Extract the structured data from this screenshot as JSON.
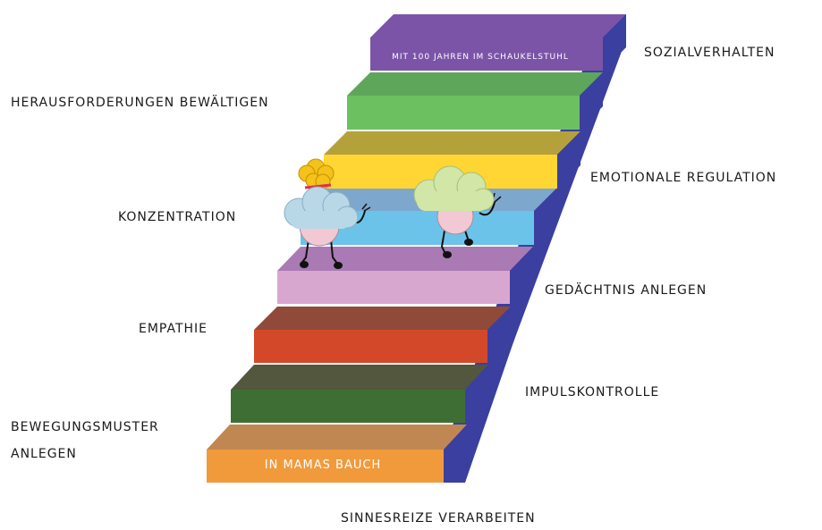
{
  "stair": {
    "bottom_step_text": "IN MAMAS BAUCH",
    "top_step_text": "MIT 100 JAHREN IM SCHAUKELSTUHL",
    "colors": {
      "steps_front": [
        "#f19a3c",
        "#3f6e34",
        "#d4482a",
        "#d8a7d0",
        "#6cc3ea",
        "#ffd633",
        "#6cc060",
        "#7b54a8"
      ],
      "steps_top": [
        "#c08752",
        "#52573e",
        "#8f4a3a",
        "#a97ab3",
        "#7da7cd",
        "#b5a13b",
        "#5ea65a",
        "#7b54a8"
      ],
      "side": "#3a3fa0"
    }
  },
  "labels": {
    "sozialverhalten": "SOZIALVERHALTEN",
    "herausforderungen": "HERAUSFORDERUNGEN BEWÄLTIGEN",
    "emotionale_regulation": "EMOTIONALE REGULATION",
    "konzentration": "KONZENTRATION",
    "gedaechtnis": "GEDÄCHTNIS ANLEGEN",
    "empathie": "EMPATHIE",
    "impulskontrolle": "IMPULSKONTROLLE",
    "bewegungsmuster": "BEWEGUNGSMUSTER ANLEGEN",
    "sinnesreize": "SINNESREIZE VERARBEITEN"
  }
}
